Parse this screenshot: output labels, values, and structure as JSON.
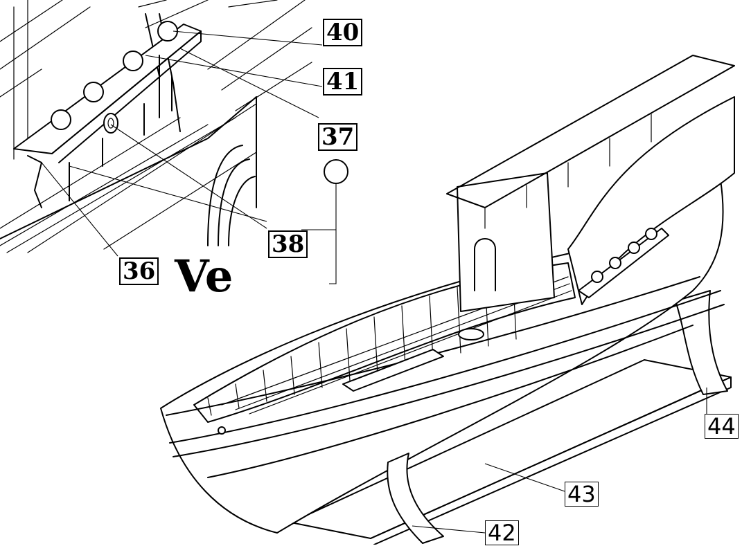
{
  "detail_labels": {
    "p40": "40",
    "p41": "41",
    "p37": "37",
    "p38": "38",
    "p36": "36"
  },
  "detail_text": "Ve",
  "hull_labels": {
    "p42": "42",
    "p43": "43",
    "p44": "44"
  }
}
